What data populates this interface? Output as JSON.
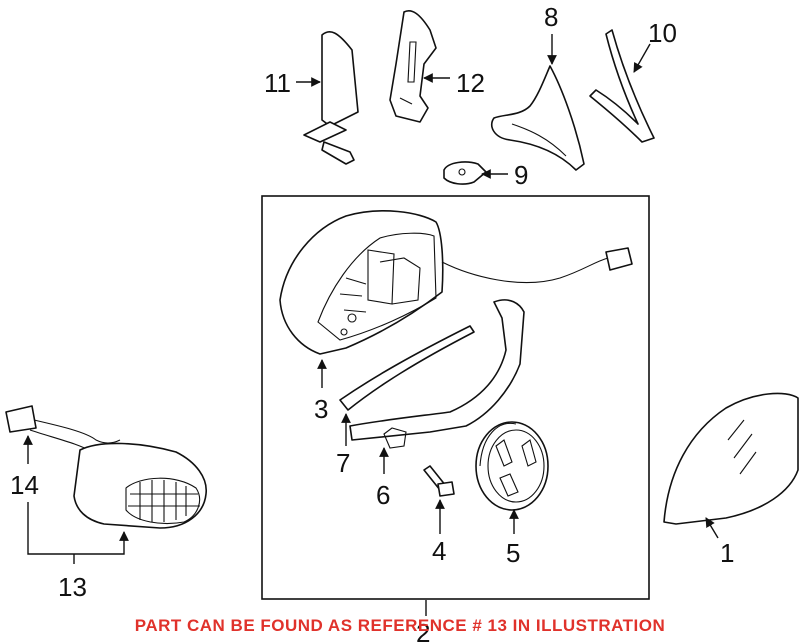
{
  "labels": {
    "p1": "1",
    "p2": "2",
    "p3": "3",
    "p4": "4",
    "p5": "5",
    "p6": "6",
    "p7": "7",
    "p8": "8",
    "p9": "9",
    "p10": "10",
    "p11": "11",
    "p12": "12",
    "p13": "13",
    "p14": "14"
  },
  "notice": "PART CAN BE FOUND AS REFERENCE # 13 IN ILLUSTRATION",
  "colors": {
    "notice": "#e0322b",
    "ink": "#111111"
  }
}
